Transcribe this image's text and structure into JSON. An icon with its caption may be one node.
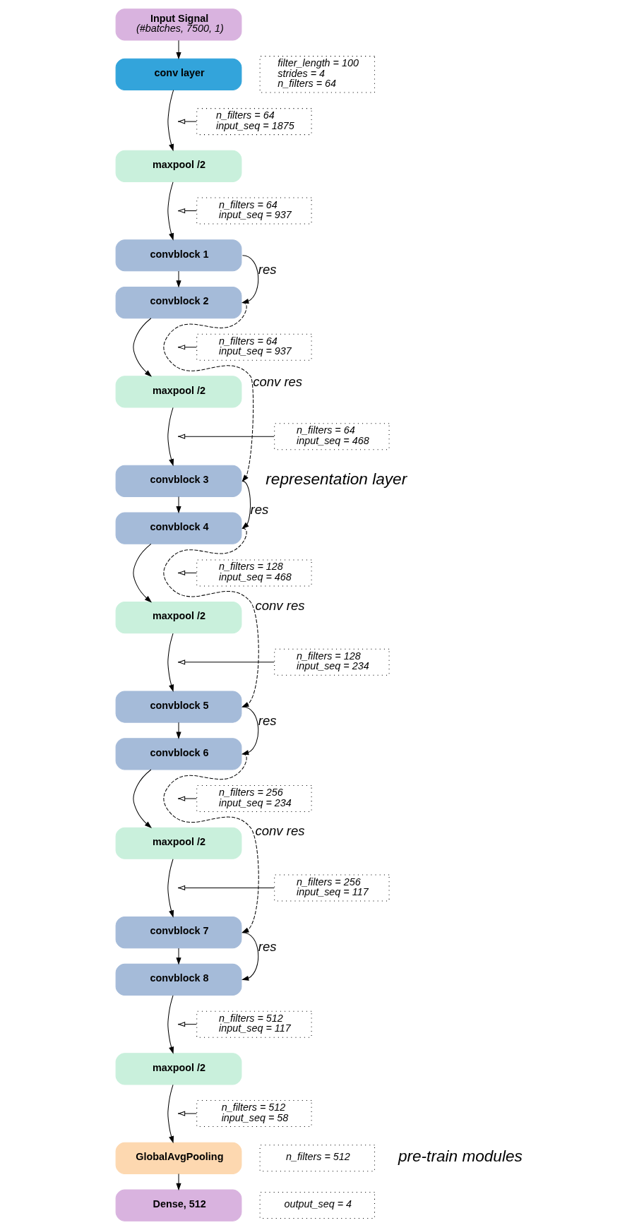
{
  "diagram": {
    "nodes": [
      {
        "text": [
          "Input Signal",
          "(#batches, 7500, 1)"
        ]
      },
      {
        "text": [
          "conv layer"
        ]
      },
      {
        "text": [
          "maxpool /2"
        ]
      },
      {
        "text": [
          "convblock 1"
        ]
      },
      {
        "text": [
          "convblock 2"
        ]
      },
      {
        "text": [
          "maxpool /2"
        ]
      },
      {
        "text": [
          "convblock 3"
        ]
      },
      {
        "text": [
          "convblock 4"
        ]
      },
      {
        "text": [
          "maxpool /2"
        ]
      },
      {
        "text": [
          "convblock 5"
        ]
      },
      {
        "text": [
          "convblock 6"
        ]
      },
      {
        "text": [
          "maxpool /2"
        ]
      },
      {
        "text": [
          "convblock 7"
        ]
      },
      {
        "text": [
          "convblock 8"
        ]
      },
      {
        "text": [
          "maxpool /2"
        ]
      },
      {
        "text": [
          "GlobalAvgPooling"
        ]
      },
      {
        "text": [
          "Dense, 512"
        ]
      },
      {
        "text": [
          "filter_length = 100",
          "strides = 4",
          "n_filters = 64"
        ]
      },
      {
        "text": [
          "n_filters = 64",
          "input_seq = 1875"
        ]
      },
      {
        "text": [
          "n_filters = 64",
          "input_seq = 937"
        ]
      },
      {
        "text": [
          "n_filters = 64",
          "input_seq = 937"
        ]
      },
      {
        "text": [
          "n_filters = 64",
          "input_seq = 468"
        ]
      },
      {
        "text": [
          "n_filters = 128",
          "input_seq = 468"
        ]
      },
      {
        "text": [
          "n_filters = 128",
          "input_seq = 234"
        ]
      },
      {
        "text": [
          "n_filters = 256",
          "input_seq = 234"
        ]
      },
      {
        "text": [
          "n_filters = 256",
          "input_seq = 117"
        ]
      },
      {
        "text": [
          "n_filters = 512",
          "input_seq = 117"
        ]
      },
      {
        "text": [
          "n_filters = 512",
          "input_seq = 58"
        ]
      },
      {
        "text": [
          "n_filters = 512"
        ]
      },
      {
        "text": [
          "output_seq = 4"
        ]
      }
    ],
    "edges": [
      {
        "from": 0,
        "to": 1,
        "arrow": "to"
      },
      {
        "from": 1,
        "to": 2,
        "arrow": "to"
      },
      {
        "from": 2,
        "to": 3,
        "arrow": "to"
      },
      {
        "from": 3,
        "to": 4,
        "arrow": "to"
      },
      {
        "from": 4,
        "to": 5,
        "arrow": "to"
      },
      {
        "from": 5,
        "to": 6,
        "arrow": "to"
      },
      {
        "from": 6,
        "to": 7,
        "arrow": "to"
      },
      {
        "from": 7,
        "to": 8,
        "arrow": "to"
      },
      {
        "from": 8,
        "to": 9,
        "arrow": "to"
      },
      {
        "from": 9,
        "to": 10,
        "arrow": "to"
      },
      {
        "from": 10,
        "to": 11,
        "arrow": "to"
      },
      {
        "from": 11,
        "to": 12,
        "arrow": "to"
      },
      {
        "from": 12,
        "to": 13,
        "arrow": "to"
      },
      {
        "from": 13,
        "to": 14,
        "arrow": "to"
      },
      {
        "from": 14,
        "to": 15,
        "arrow": "to"
      },
      {
        "from": 15,
        "to": 16,
        "arrow": "to"
      },
      {
        "from": 3,
        "to": 4,
        "arrow": "to",
        "label": "res"
      },
      {
        "from": 4,
        "to": 6,
        "arrow": "to",
        "label": "conv res",
        "style": "dashed"
      },
      {
        "from": 6,
        "to": 7,
        "arrow": "to",
        "label": "res"
      },
      {
        "from": 7,
        "to": 9,
        "arrow": "to",
        "label": "conv res",
        "style": "dashed"
      },
      {
        "from": 9,
        "to": 10,
        "arrow": "to",
        "label": "res"
      },
      {
        "from": 10,
        "to": 12,
        "arrow": "to",
        "label": "conv res",
        "style": "dashed"
      },
      {
        "from": 12,
        "to": 13,
        "arrow": "to",
        "label": "res"
      },
      {
        "from": 18,
        "to": null,
        "arrow": "to"
      },
      {
        "from": 19,
        "to": null,
        "arrow": "to"
      },
      {
        "from": 20,
        "to": null,
        "arrow": "to"
      },
      {
        "from": 21,
        "to": null,
        "arrow": "to"
      },
      {
        "from": 22,
        "to": null,
        "arrow": "to"
      },
      {
        "from": 23,
        "to": null,
        "arrow": "to"
      },
      {
        "from": 24,
        "to": null,
        "arrow": "to"
      },
      {
        "from": 25,
        "to": null,
        "arrow": "to"
      },
      {
        "from": 26,
        "to": null,
        "arrow": "to"
      },
      {
        "from": 27,
        "to": null,
        "arrow": "to"
      }
    ],
    "labels": [
      "representation layer",
      "pre-train modules"
    ]
  }
}
